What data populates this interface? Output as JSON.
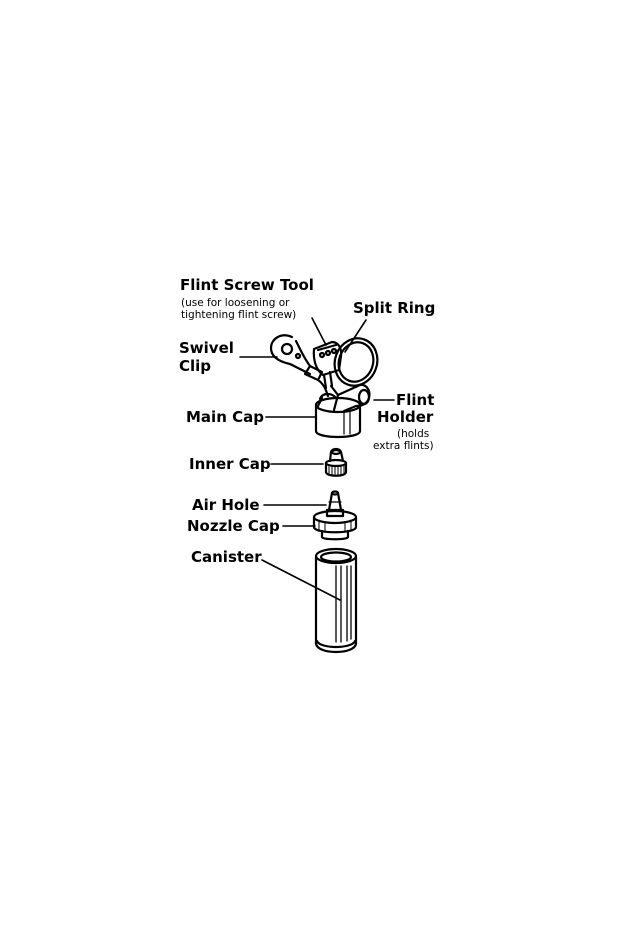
{
  "labels": {
    "flint_screw_tool": "Flint Screw Tool",
    "flint_screw_tool_note_1": "(use for loosening or",
    "flint_screw_tool_note_2": "tightening flint screw)",
    "split_ring": "Split Ring",
    "swivel_1": "Swivel",
    "swivel_2": "Clip",
    "flint_1": "Flint",
    "flint_2": "Holder",
    "flint_note_1": "(holds",
    "flint_note_2": "extra flints)",
    "main_cap": "Main Cap",
    "inner_cap": "Inner Cap",
    "air_hole": "Air Hole",
    "nozzle_cap": "Nozzle Cap",
    "canister": "Canister"
  },
  "colors": {
    "ink": "#000000",
    "background": "#ffffff"
  }
}
